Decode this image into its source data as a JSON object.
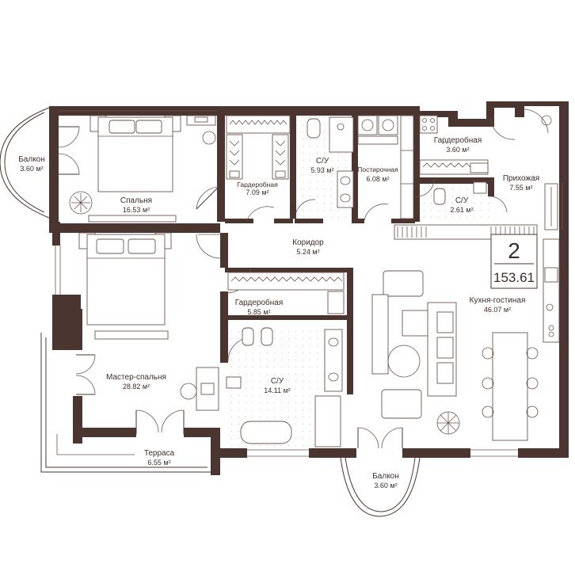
{
  "rooms": [
    {
      "id": "balcony-left",
      "name": "Балкон",
      "area": "3.60 м²"
    },
    {
      "id": "bedroom",
      "name": "Спальня",
      "area": "16.53 м²"
    },
    {
      "id": "wardrobe-1",
      "name": "Гардеробная",
      "area": "7.09 м²"
    },
    {
      "id": "bathroom-1",
      "name": "С/У",
      "area": "5.93 м²"
    },
    {
      "id": "laundry",
      "name": "Постирочная",
      "area": "6.08 м²"
    },
    {
      "id": "wardrobe-2",
      "name": "Гардеробная",
      "area": "3.60 м²"
    },
    {
      "id": "hall",
      "name": "Прихожая",
      "area": "7.55 м²"
    },
    {
      "id": "bathroom-2",
      "name": "С/У",
      "area": "2.61 м²"
    },
    {
      "id": "corridor",
      "name": "Коридор",
      "area": "5.24 м²"
    },
    {
      "id": "wardrobe-3",
      "name": "Гардеробная",
      "area": "5.85 м²"
    },
    {
      "id": "kitchen-living",
      "name": "Кухня-гостиная",
      "area": "46.07 м²"
    },
    {
      "id": "master-bedroom",
      "name": "Мастер-спальня",
      "area": "28.82 м²"
    },
    {
      "id": "bathroom-3",
      "name": "С/У",
      "area": "14.11 м²"
    },
    {
      "id": "terrace",
      "name": "Терраса",
      "area": "6.55 м²"
    },
    {
      "id": "balcony-bottom",
      "name": "Балкон",
      "area": "3.60 м²"
    }
  ],
  "badge": {
    "rooms_count": "2",
    "total_area": "153.61"
  },
  "colors": {
    "wall": "#4a3530",
    "line": "#6b5550",
    "text": "#3d2c28"
  }
}
